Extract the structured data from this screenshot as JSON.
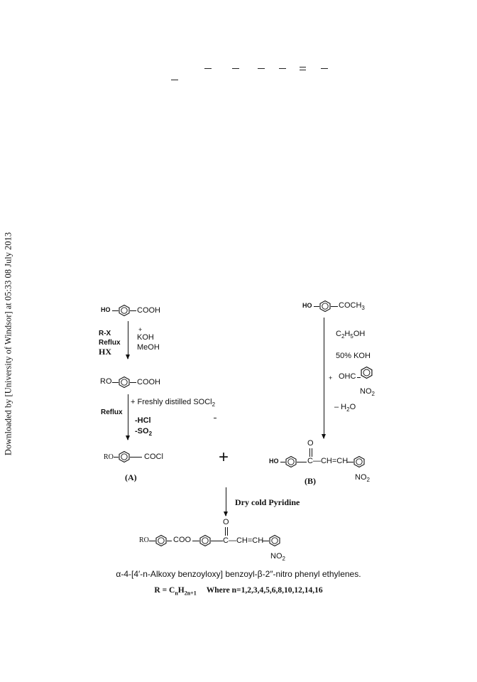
{
  "side_note": "Downloaded by [University of Windsor] at 05:33 08 July 2013",
  "scheme": {
    "left": {
      "reactant_1_group_left": "HO",
      "reactant_1_group_right": "COOH",
      "step1_left_1": "R-X",
      "step1_left_2": "Reflux",
      "step1_left_3": "HX",
      "step1_right_plus": "+",
      "step1_right_1": "KOH",
      "step1_right_2": "MeOH",
      "intermediate_group_left": "RO",
      "intermediate_group_right": "COOH",
      "step2_left": "Reflux",
      "step2_right_1": "+ Freshly distilled SOCl",
      "step2_right_1_sub": "2",
      "step2_right_2": "-HCl",
      "step2_right_3": "-SO",
      "step2_right_3_sub": "2",
      "product_group_left": "RO",
      "product_group_right": "COCl",
      "product_label": "(A)"
    },
    "right": {
      "reactant_group_left": "HO",
      "reactant_group_right": "COCH",
      "reactant_group_right_sub": "3",
      "reagent_1": "C",
      "reagent_1_sub1": "2",
      "reagent_1_mid": "H",
      "reagent_1_sub2": "5",
      "reagent_1_end": "OH",
      "reagent_2": "50% KOH",
      "plus": "+",
      "aldehyde_group": "OHC",
      "aldehyde_nitro": "NO",
      "aldehyde_nitro_sub": "2",
      "reagent_3": "– H",
      "reagent_3_sub": "2",
      "reagent_3_end": "O",
      "product_group_left": "HO",
      "product_carbonyl_o": "O",
      "product_chain": "C—CH=CH",
      "product_nitro": "NO",
      "product_nitro_sub": "2",
      "product_label": "(B)"
    },
    "combine_plus": "+",
    "combine_reagent": "Dry cold Pyridine",
    "final": {
      "group_left": "RO",
      "ester": "COO",
      "carbonyl_o": "O",
      "chain": "C—CH=CH",
      "nitro": "NO",
      "nitro_sub": "2"
    },
    "caption_name": "α-4-[4′-n-Alkoxy benzoyloxy] benzoyl-β-2″-nitro phenyl ethylenes.",
    "caption_r_1": "R = C",
    "caption_r_sub1": "n",
    "caption_r_mid": "H",
    "caption_r_sub2": "2n+1",
    "caption_r_where": "Where n=1,2,3,4,5,6,8,10,12,14,16"
  }
}
